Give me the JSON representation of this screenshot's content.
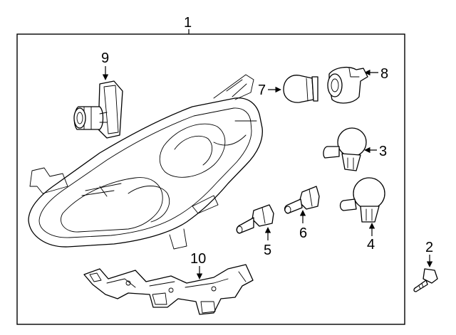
{
  "callouts": {
    "c1": "1",
    "c2": "2",
    "c3": "3",
    "c4": "4",
    "c5": "5",
    "c6": "6",
    "c7": "7",
    "c8": "8",
    "c9": "9",
    "c10": "10"
  },
  "icons": {
    "headlamp": "headlamp-assembly-icon",
    "bolt": "bolt-icon",
    "bulb": "bulb-icon",
    "socket": "socket-icon",
    "bracket": "bracket-icon"
  },
  "colors": {
    "line": "#000000",
    "background": "#ffffff"
  }
}
